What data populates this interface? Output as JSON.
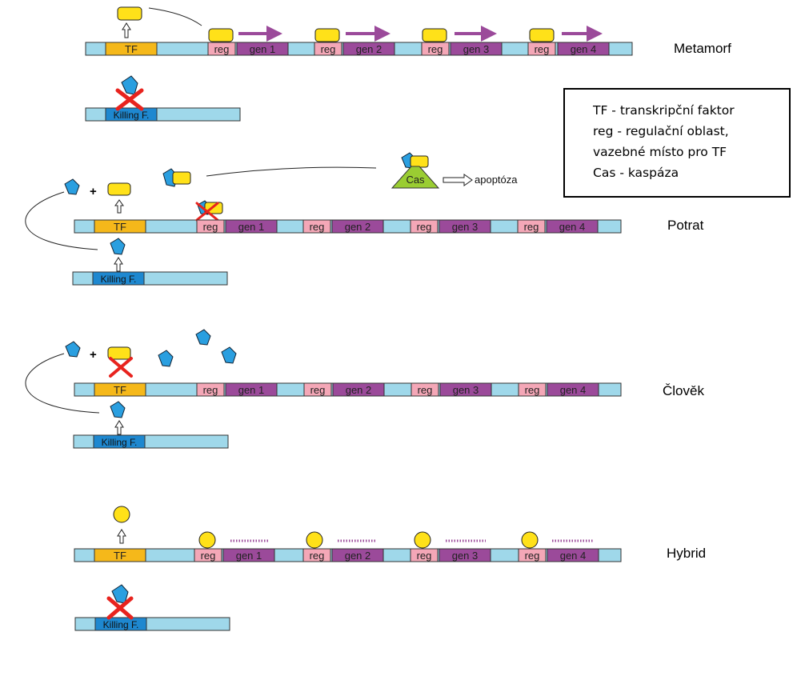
{
  "labels": {
    "tf": "TF",
    "reg": "reg",
    "killing": "Killing F.",
    "cas": "Cas",
    "apoptosis": "apoptóza",
    "plus": "+"
  },
  "genes": [
    "gen 1",
    "gen 2",
    "gen 3",
    "gen 4"
  ],
  "sections": {
    "metamorf": "Metamorf",
    "potrat": "Potrat",
    "clovek": "Člověk",
    "hybrid": "Hybrid"
  },
  "legend": [
    "TF - transkripční faktor",
    "reg - regulační oblast,",
    "vazebné místo pro TF",
    "Cas - kaspáza"
  ],
  "colors": {
    "dna": "#9fd8ea",
    "tf": "#f5b81a",
    "reg": "#f4a7b7",
    "gene": "#9b4a9a",
    "factor": "#ffe119",
    "killing": "#1e88d0",
    "protein": "#2a9fe0",
    "cas": "#9acd32",
    "cross": "#e8231e"
  }
}
